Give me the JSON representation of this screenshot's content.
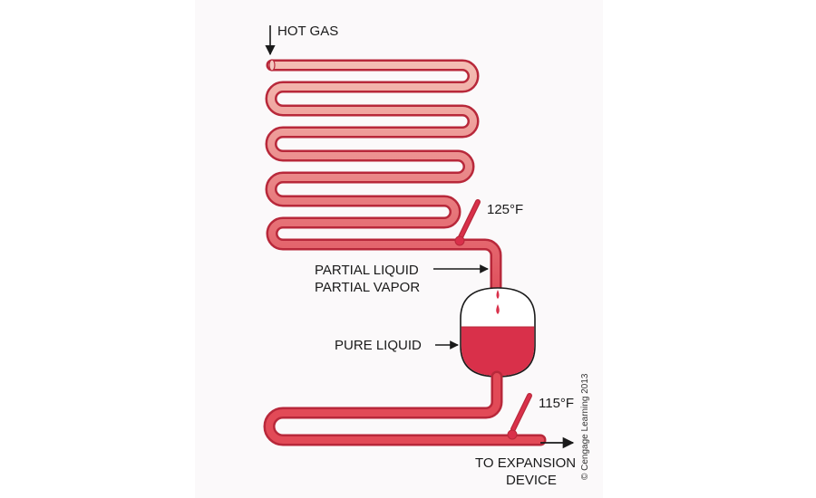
{
  "labels": {
    "hot_gas": "HOT GAS",
    "temp_top": "125°F",
    "partial_line1": "PARTIAL LIQUID",
    "partial_line2": "PARTIAL VAPOR",
    "pure_liquid": "PURE LIQUID",
    "temp_bottom": "115°F",
    "expansion_line1": "TO EXPANSION",
    "expansion_line2": "DEVICE"
  },
  "credit": "© Cengage Learning 2013",
  "colors": {
    "pipe_outline": "#b8283a",
    "pipe_hot": "#f2b3a9",
    "pipe_cool": "#e04e5a",
    "liquid": "#d9304a",
    "receiver_fill": "#ffffff",
    "arrow": "#1a1a1a"
  },
  "liquid_level": 0.55
}
